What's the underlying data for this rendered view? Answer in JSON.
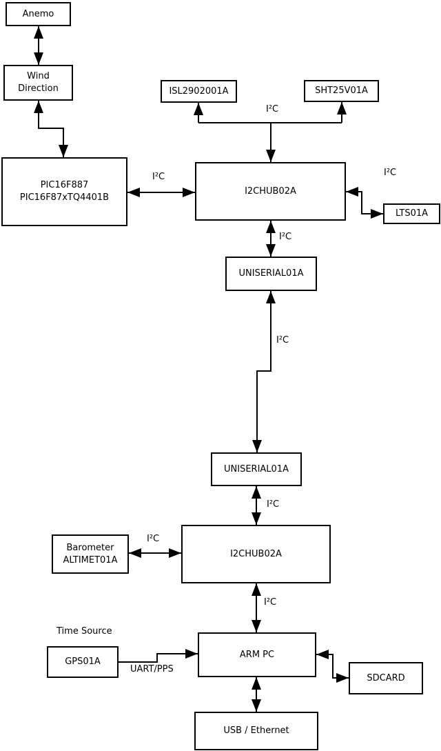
{
  "diagram": {
    "colors": {
      "line": "#000000",
      "box_fill": "#ffffff",
      "background": "#ffffff"
    },
    "nodes": {
      "anemo": {
        "label": "Anemo"
      },
      "wind_direction": {
        "label": "Wind\nDirection"
      },
      "pic": {
        "label": "PIC16F887\nPIC16F87xTQ4401B"
      },
      "isl": {
        "label": "ISL2902001A"
      },
      "sht": {
        "label": "SHT25V01A"
      },
      "i2chub_top": {
        "label": "I2CHUB02A"
      },
      "lts": {
        "label": "LTS01A"
      },
      "uniserial_top": {
        "label": "UNISERIAL01A"
      },
      "uniserial_bottom": {
        "label": "UNISERIAL01A"
      },
      "i2chub_bottom": {
        "label": "I2CHUB02A"
      },
      "barometer": {
        "label": "Barometer\nALTIMET01A"
      },
      "arm_pc": {
        "label": "ARM PC"
      },
      "gps": {
        "label": "GPS01A"
      },
      "sdcard": {
        "label": "SDCARD"
      },
      "usb_ethernet": {
        "label": "USB / Ethernet"
      }
    },
    "edge_labels": {
      "i2c_pic_hub": "I²C",
      "i2c_isl_sht": "I²C",
      "i2c_hub_lts": "I²C",
      "i2c_hub1_uni1": "I²C",
      "i2c_uni1_uni2": "I²C",
      "i2c_uni2_hub2": "I²C",
      "i2c_baro_hub2": "I²C",
      "i2c_hub2_arm": "I²C",
      "time_source": "Time Source",
      "uart_pps": "UART/PPS"
    }
  }
}
